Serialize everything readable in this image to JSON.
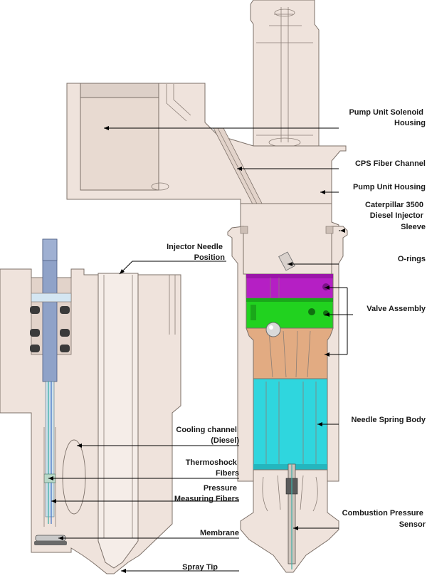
{
  "labels": {
    "pump_unit_solenoid_housing": [
      "Pump Unit Solenoid",
      "Housing"
    ],
    "cps_fiber_channel": [
      "CPS Fiber Channel"
    ],
    "pump_unit_housing": [
      "Pump Unit Housing"
    ],
    "injector_sleeve": [
      "Caterpillar 3500",
      "Diesel Injector",
      "Sleeve"
    ],
    "o_rings": [
      "O-rings"
    ],
    "valve_assembly": [
      "Valve Assembly"
    ],
    "needle_spring_body": [
      "Needle Spring Body"
    ],
    "combustion_pressure_sensor": [
      "Combustion Pressure",
      "Sensor"
    ],
    "injector_needle_position": [
      "Injector Needle",
      "Position"
    ],
    "cooling_channel": [
      "Cooling channel",
      "(Diesel)"
    ],
    "thermoshock_fibers": [
      "Thermoshock",
      "Fibers"
    ],
    "pressure_measuring_fibers": [
      "Pressure",
      "Measuring Fibers"
    ],
    "membrane": [
      "Membrane"
    ],
    "spray_tip": [
      "Spray Tip"
    ]
  },
  "colors": {
    "body": "#efe3dc",
    "body_dark": "#ddd0c8",
    "valve_top": "#b51fc4",
    "valve_green": "#21d21f",
    "spring_tan": "#e2ab82",
    "needle_cyan": "#2fd6de",
    "fiber_blue": "#8fa2c8",
    "fiber_teal": "#3fb0a8",
    "oring_dark": "#3a3a3a"
  }
}
